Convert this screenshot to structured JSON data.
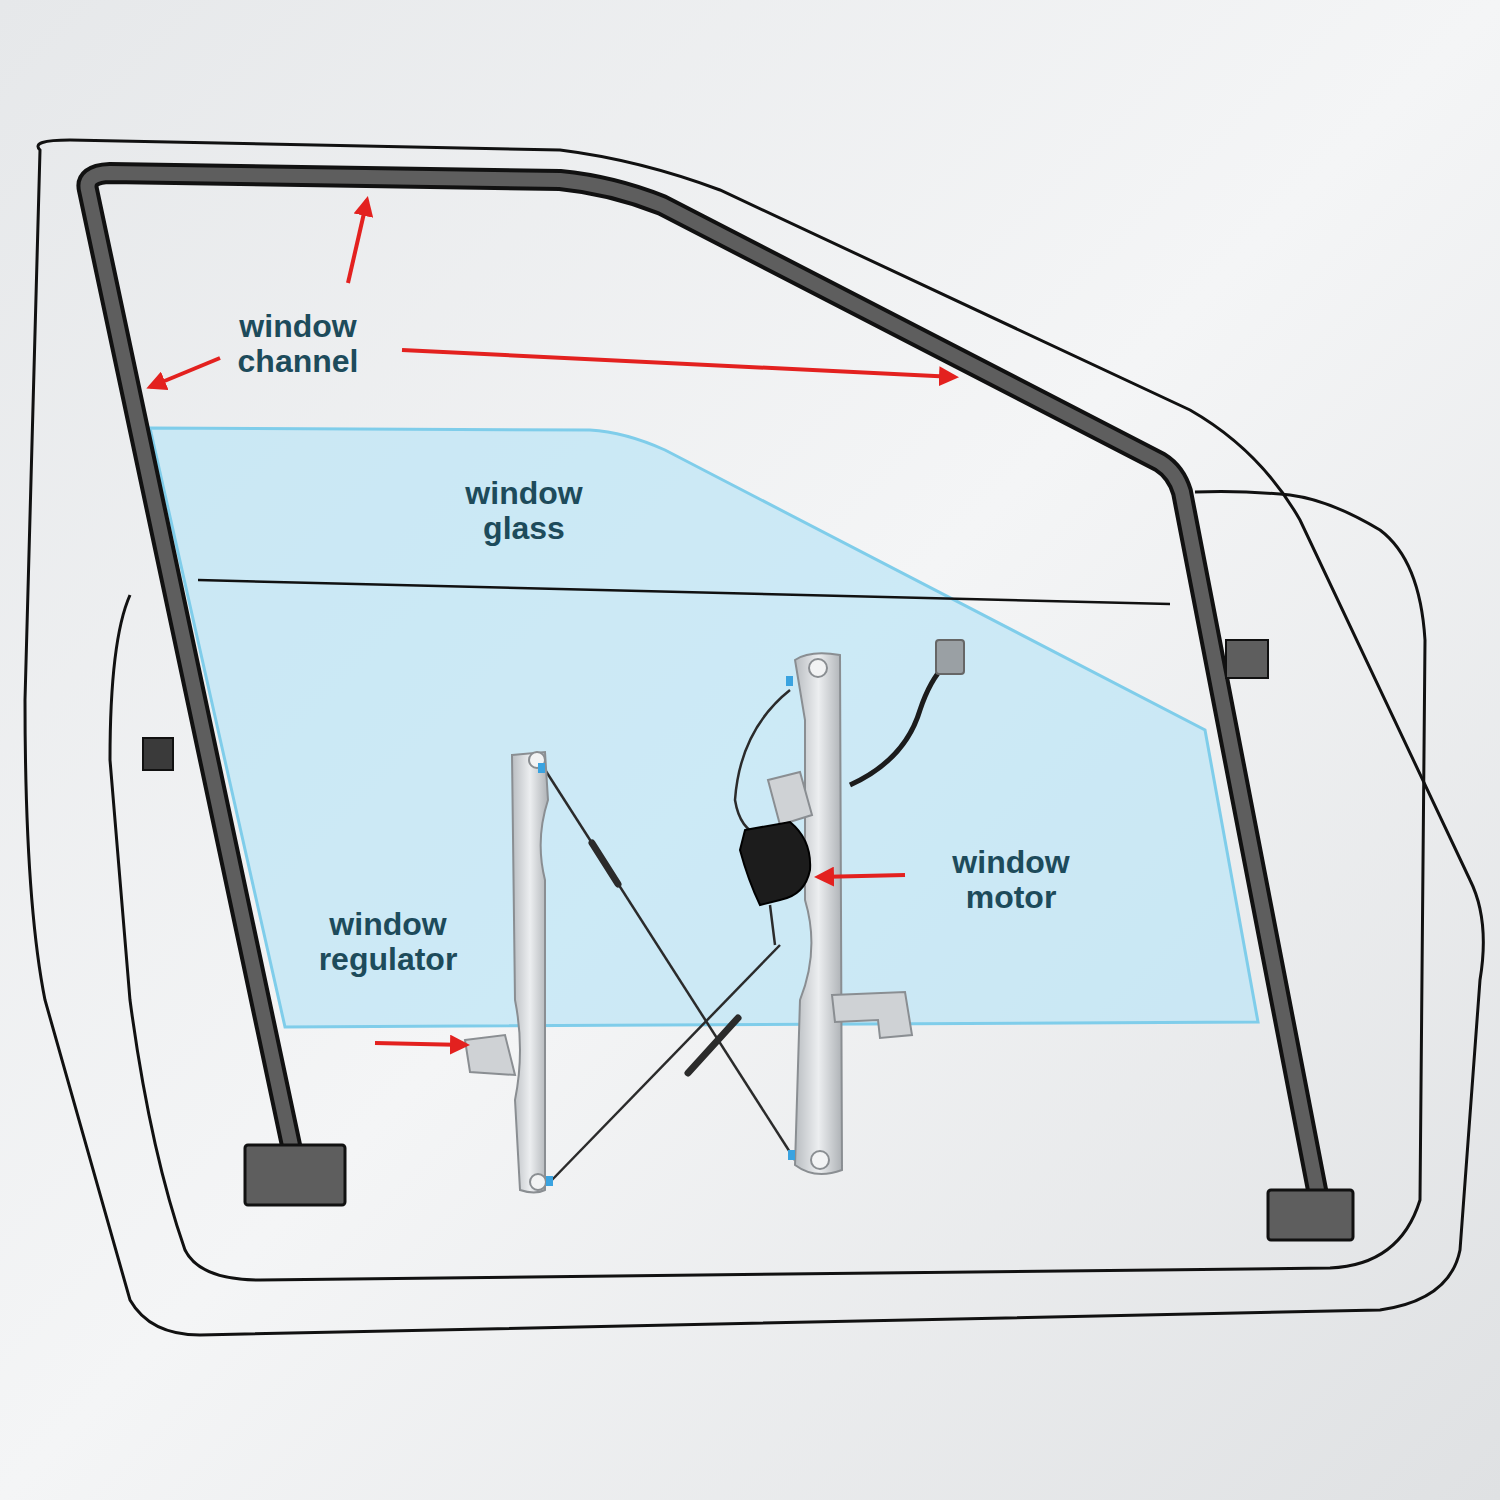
{
  "diagram": {
    "labels": [
      "window channel",
      "window glass",
      "window motor",
      "window regulator"
    ]
  }
}
